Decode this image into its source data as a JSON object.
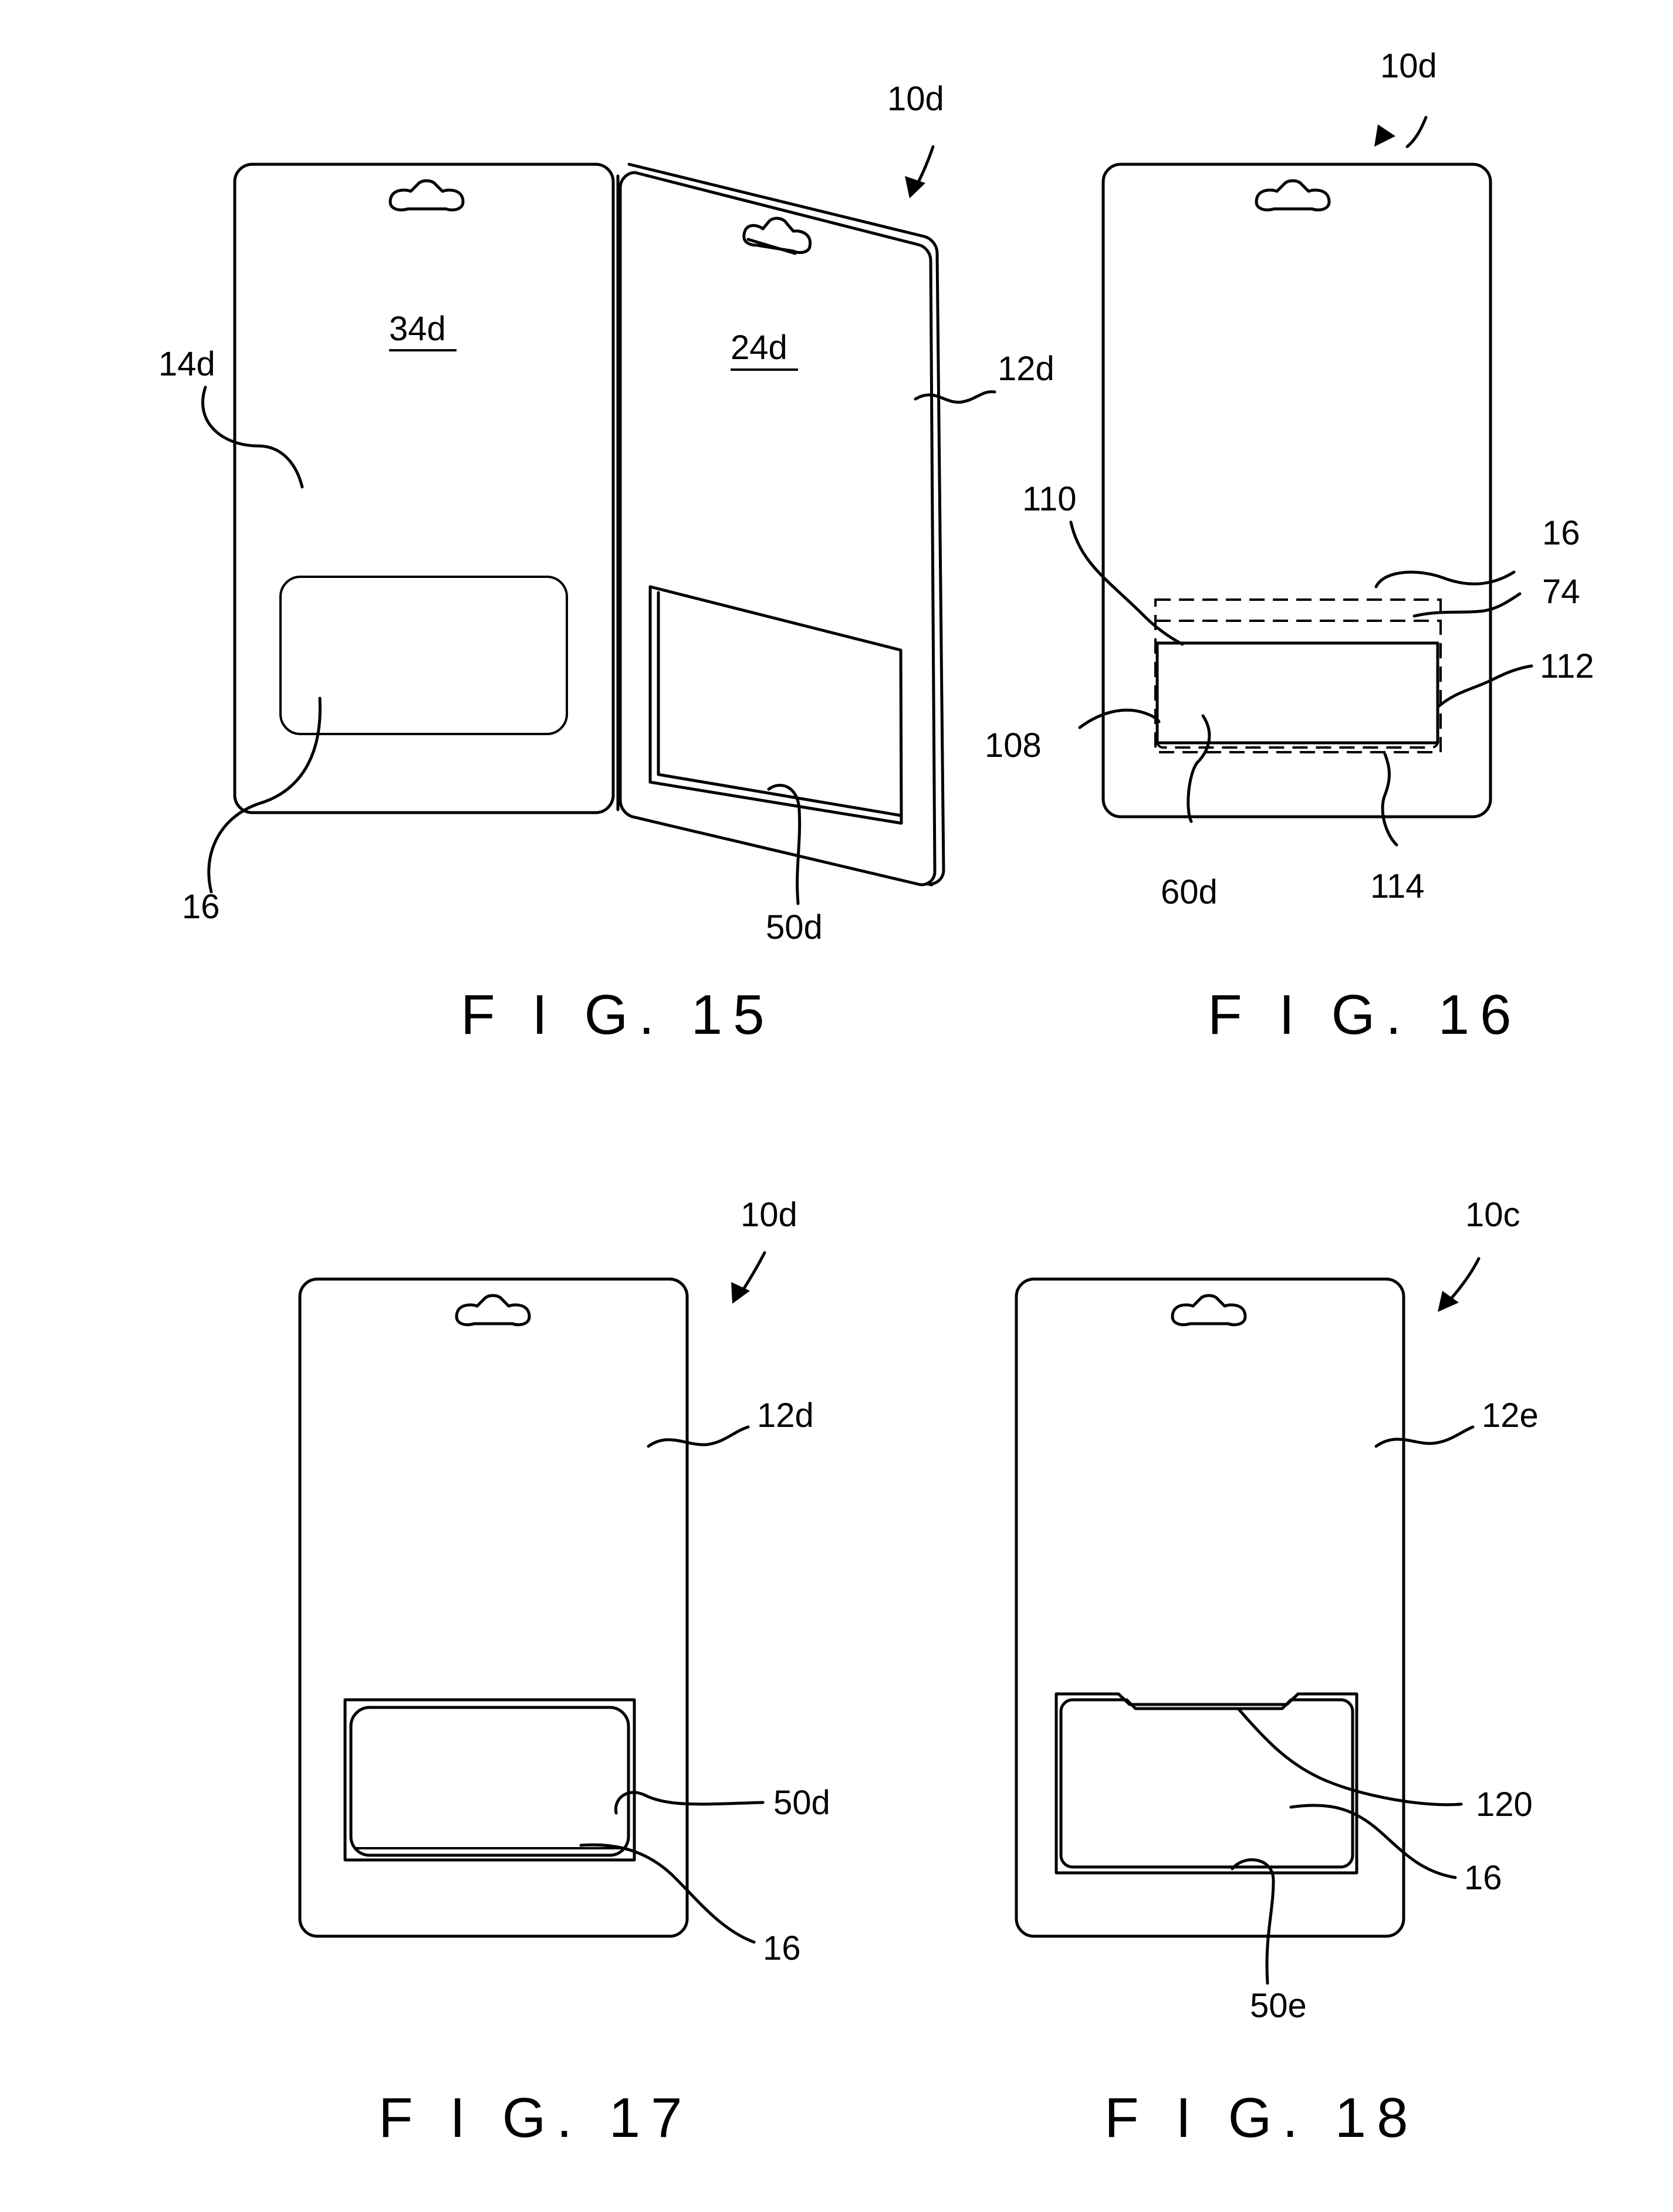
{
  "figures": {
    "fig15": {
      "caption": "F I G. 15",
      "labels": {
        "ref": "10d",
        "front": "12d",
        "back": "14d",
        "card": "16",
        "inner_back": "34d",
        "inner_front": "24d",
        "window": "50d"
      }
    },
    "fig16": {
      "caption": "F I G. 16",
      "labels": {
        "ref": "10d",
        "card": "16",
        "flap": "74",
        "l110": "110",
        "l112": "112",
        "l108": "108",
        "l114": "114",
        "pocket": "60d"
      }
    },
    "fig17": {
      "caption": "F I G. 17",
      "labels": {
        "ref": "10d",
        "front": "12d",
        "window": "50d",
        "card": "16"
      }
    },
    "fig18": {
      "caption": "F I G. 18",
      "labels": {
        "ref": "10c",
        "front": "12e",
        "l120": "120",
        "card": "16",
        "window": "50e"
      }
    }
  }
}
